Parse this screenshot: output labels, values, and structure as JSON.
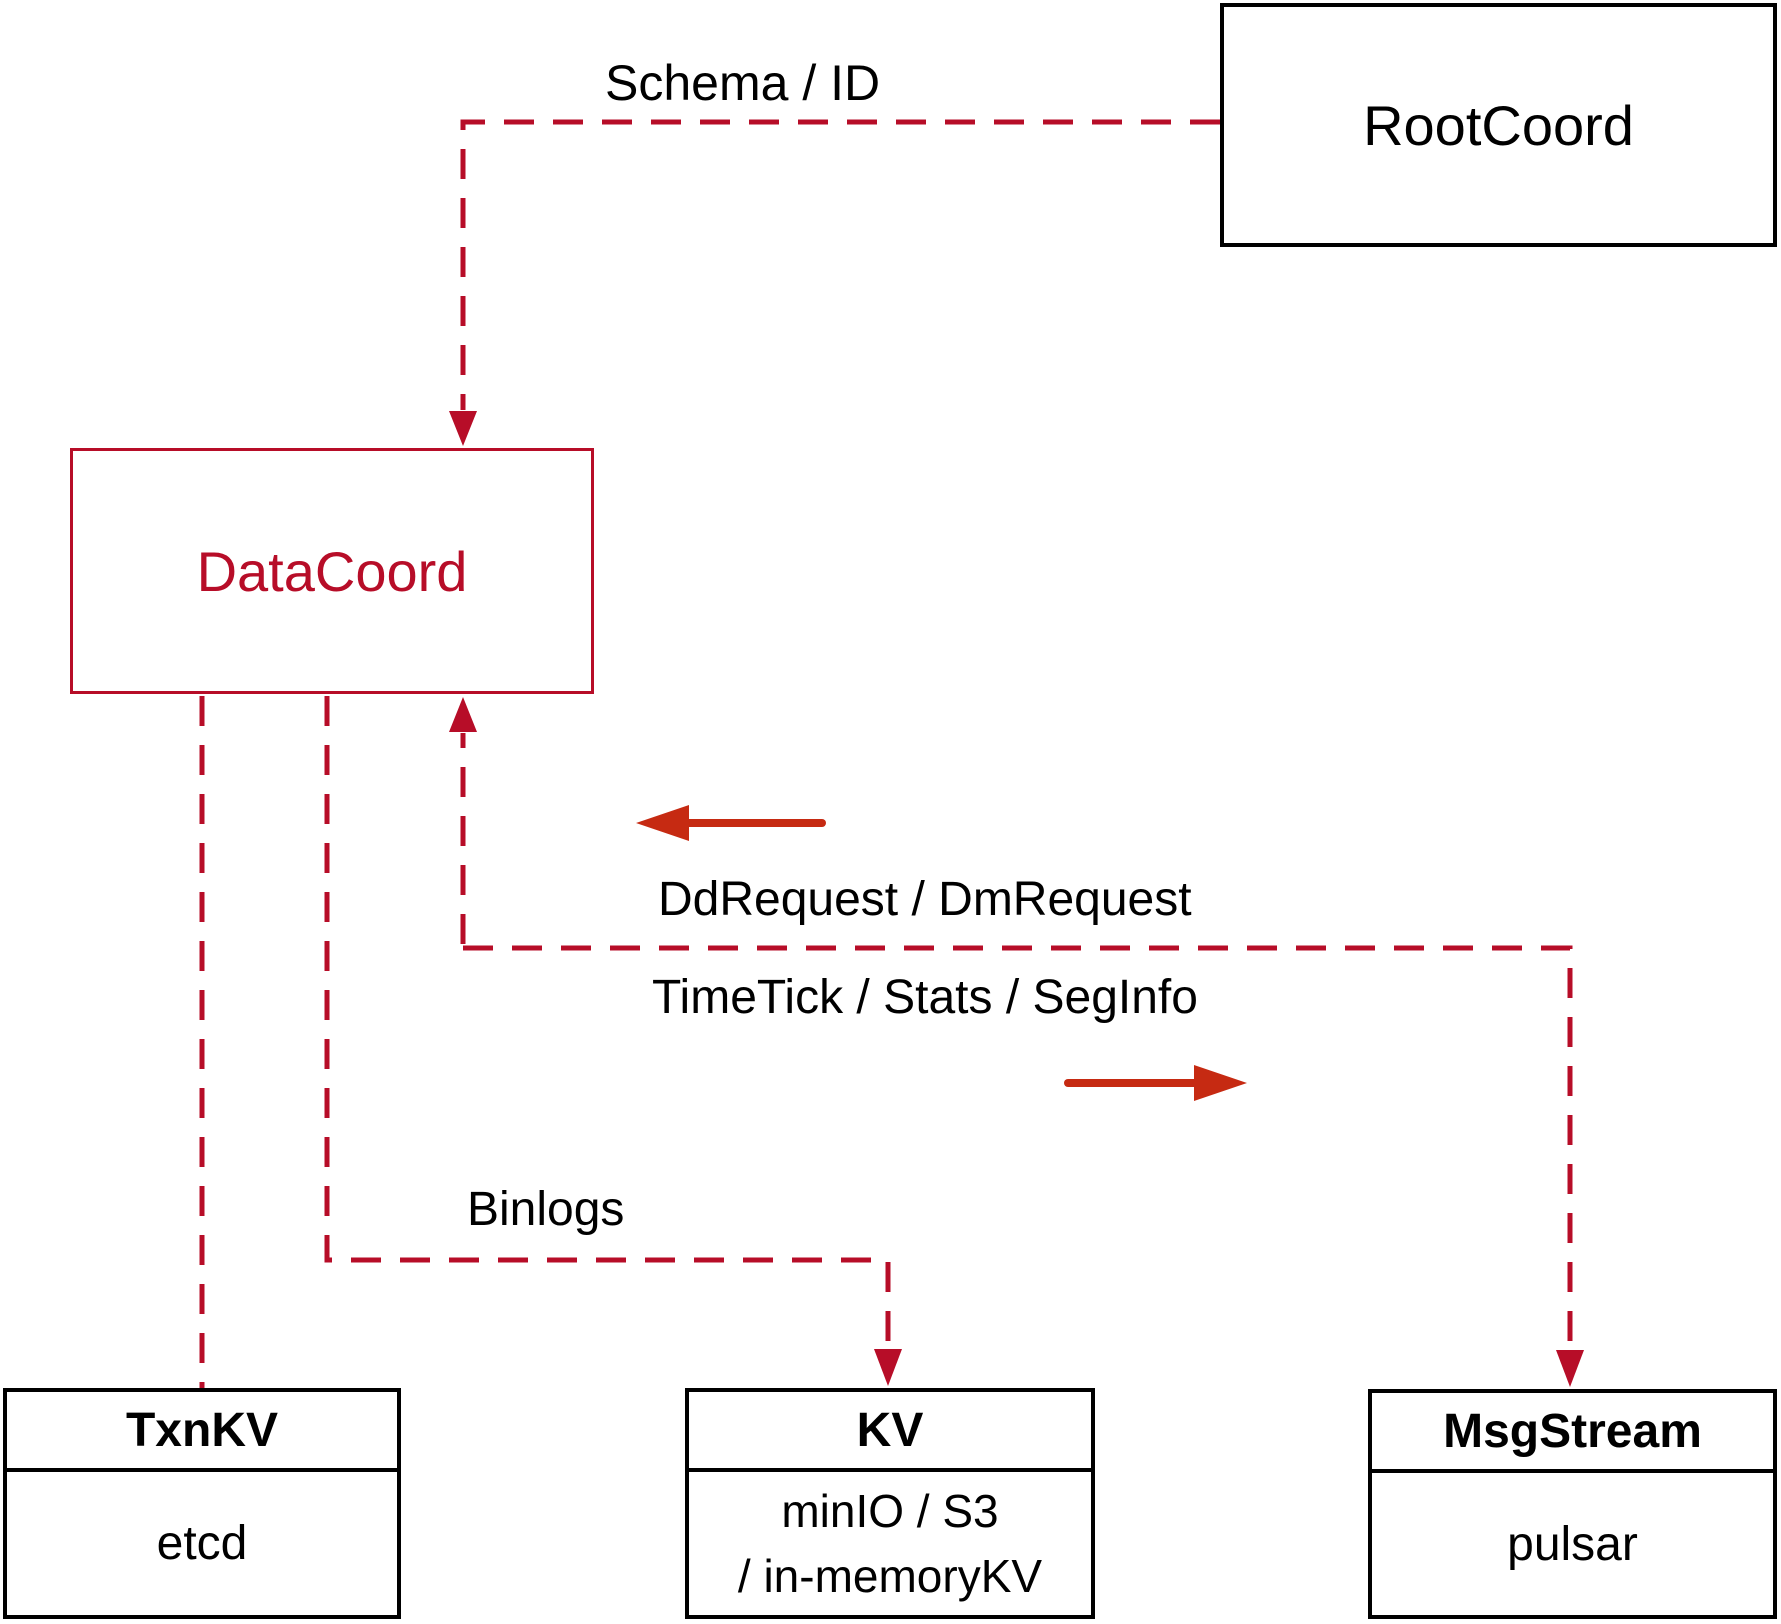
{
  "colors": {
    "crimson_dashed": "#b70d28",
    "solid_arrow_red": "#c62a12",
    "ink": "#000000",
    "background": "#ffffff"
  },
  "nodes": {
    "root_coord": {
      "label": "RootCoord"
    },
    "data_coord": {
      "label": "DataCoord"
    },
    "txn_kv": {
      "title": "TxnKV",
      "body": "etcd"
    },
    "kv": {
      "title": "KV",
      "body_line1": "minIO / S3",
      "body_line2": "/ in-memoryKV"
    },
    "msg_stream": {
      "title": "MsgStream",
      "body": "pulsar"
    }
  },
  "edge_labels": {
    "schema_id": "Schema / ID",
    "dd_dm_request": "DdRequest / DmRequest",
    "timetick_stats_seginfo": "TimeTick / Stats / SegInfo",
    "binlogs": "Binlogs"
  }
}
